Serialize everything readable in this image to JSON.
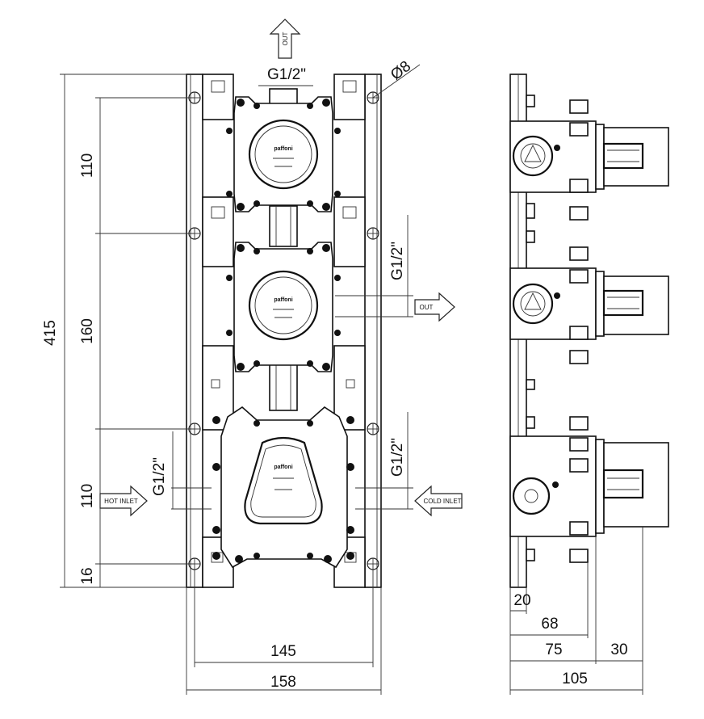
{
  "dimensions": {
    "total_height": "415",
    "spacing_top": "110",
    "spacing_middle": "160",
    "spacing_lower": "110",
    "bottom_offset": "16",
    "inner_width": "145",
    "outer_width": "158",
    "side_20": "20",
    "side_68": "68",
    "side_75": "75",
    "side_30": "30",
    "side_105": "105"
  },
  "labels": {
    "thread_top": "G1/2\"",
    "thread_right_mid": "G1/2\"",
    "thread_right_low": "G1/2\"",
    "thread_left_low": "G1/2\"",
    "diameter": "Ø8",
    "out_top": "OUT",
    "out_right": "OUT",
    "hot_inlet": "HOT INLET",
    "cold_inlet": "COLD INLET",
    "brand": "paffoni"
  }
}
